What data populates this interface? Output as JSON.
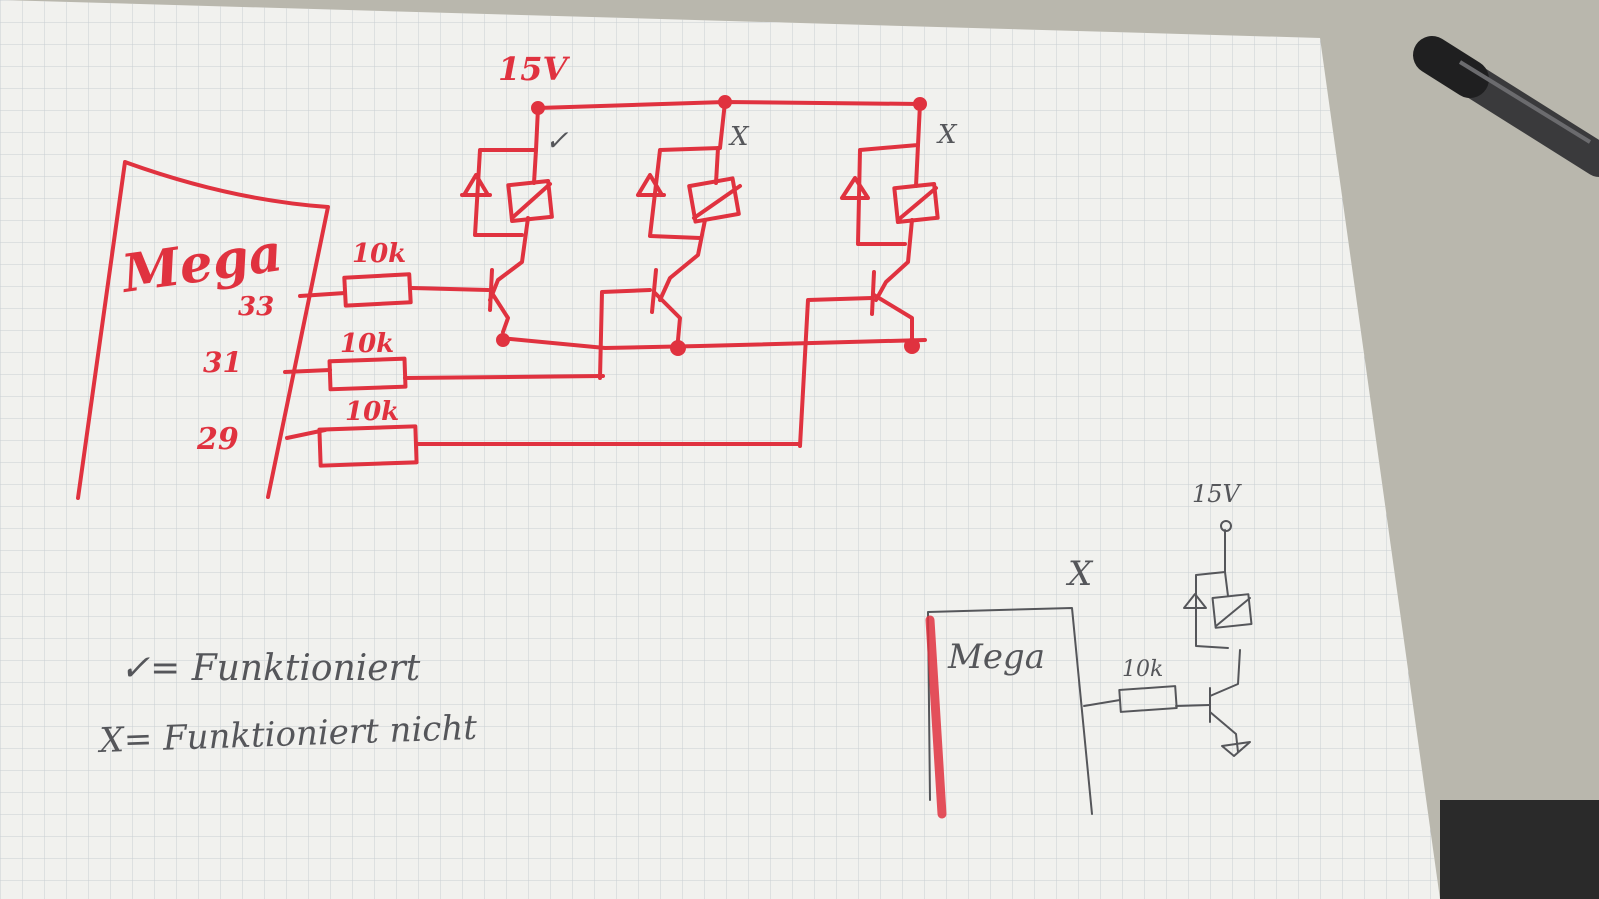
{
  "colors": {
    "desk": "#b9b7ad",
    "paper": "#f1f1ee",
    "grid": "#c9ced3",
    "red_ink": "#e0323f",
    "pencil_ink": "#55565a",
    "pen_body": "#3a3a3c"
  },
  "objects": [
    "grid-paper",
    "pen",
    "red-schematic",
    "pencil-schematic"
  ],
  "red_schematic": {
    "chip_label": "Mega",
    "supply_label": "15V",
    "pins": [
      "33",
      "31",
      "29"
    ],
    "resistor_labels": [
      "10k",
      "10k",
      "10k"
    ],
    "relay_marks": [
      "✓",
      "X",
      "X"
    ]
  },
  "legend": {
    "check_line": "✓= Funktioniert",
    "cross_line": "X= Funktioniert nicht"
  },
  "pencil_schematic": {
    "supply_label": "15V",
    "chip_label": "Mega",
    "resistor_label": "10k",
    "mark": "X"
  }
}
